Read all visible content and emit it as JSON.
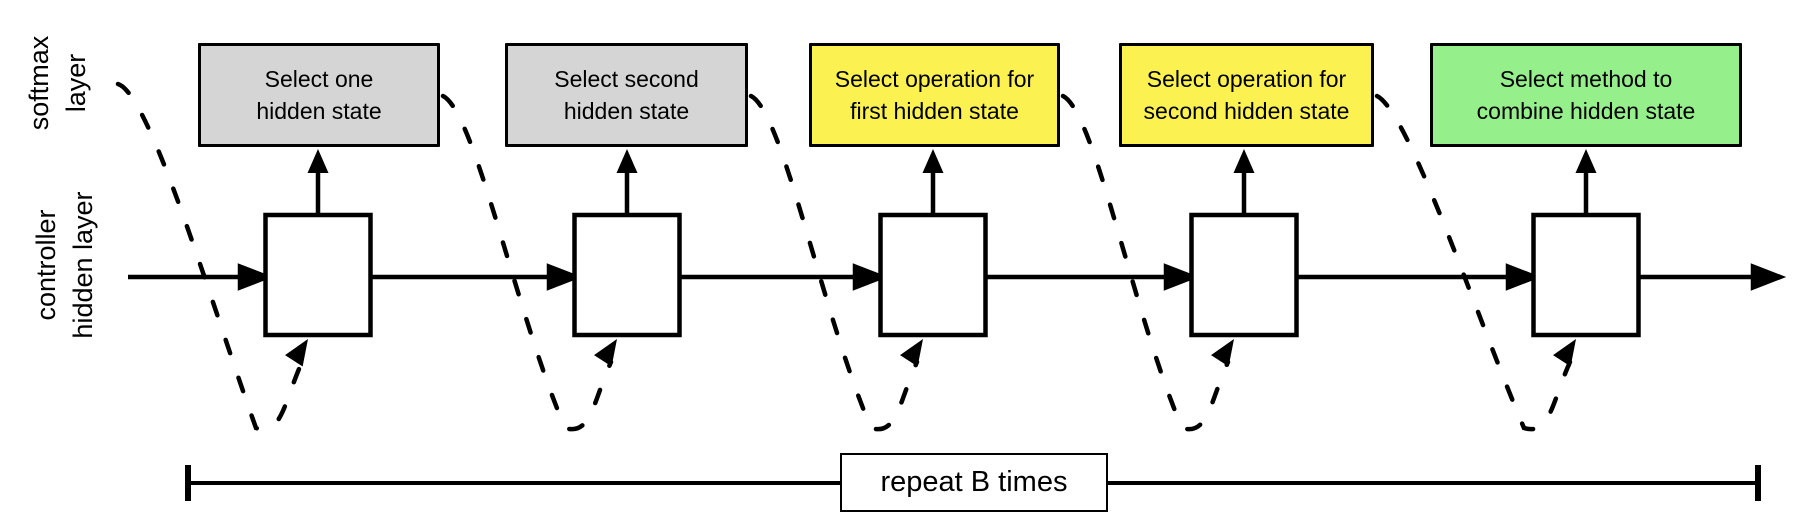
{
  "figure": {
    "title": "controller recurrent network diagram",
    "row_labels": {
      "softmax": "softmax\nlayer",
      "controller": "controller\nhidden layer"
    },
    "softmax_boxes": [
      {
        "label": "Select one\nhidden state",
        "fill": "#d5d5d5"
      },
      {
        "label": "Select second\nhidden state",
        "fill": "#d5d5d5"
      },
      {
        "label": "Select operation for\nfirst hidden state",
        "fill": "#fbf251"
      },
      {
        "label": "Select operation for\nsecond hidden state",
        "fill": "#fbf251"
      },
      {
        "label": "Select method to\ncombine hidden state",
        "fill": "#95f08b"
      }
    ],
    "repeat_label": "repeat B times",
    "colors": {
      "gray_box": "#d5d5d5",
      "yellow_box": "#fbf251",
      "green_box": "#95f08b",
      "line": "#000000",
      "background": "#ffffff"
    }
  }
}
